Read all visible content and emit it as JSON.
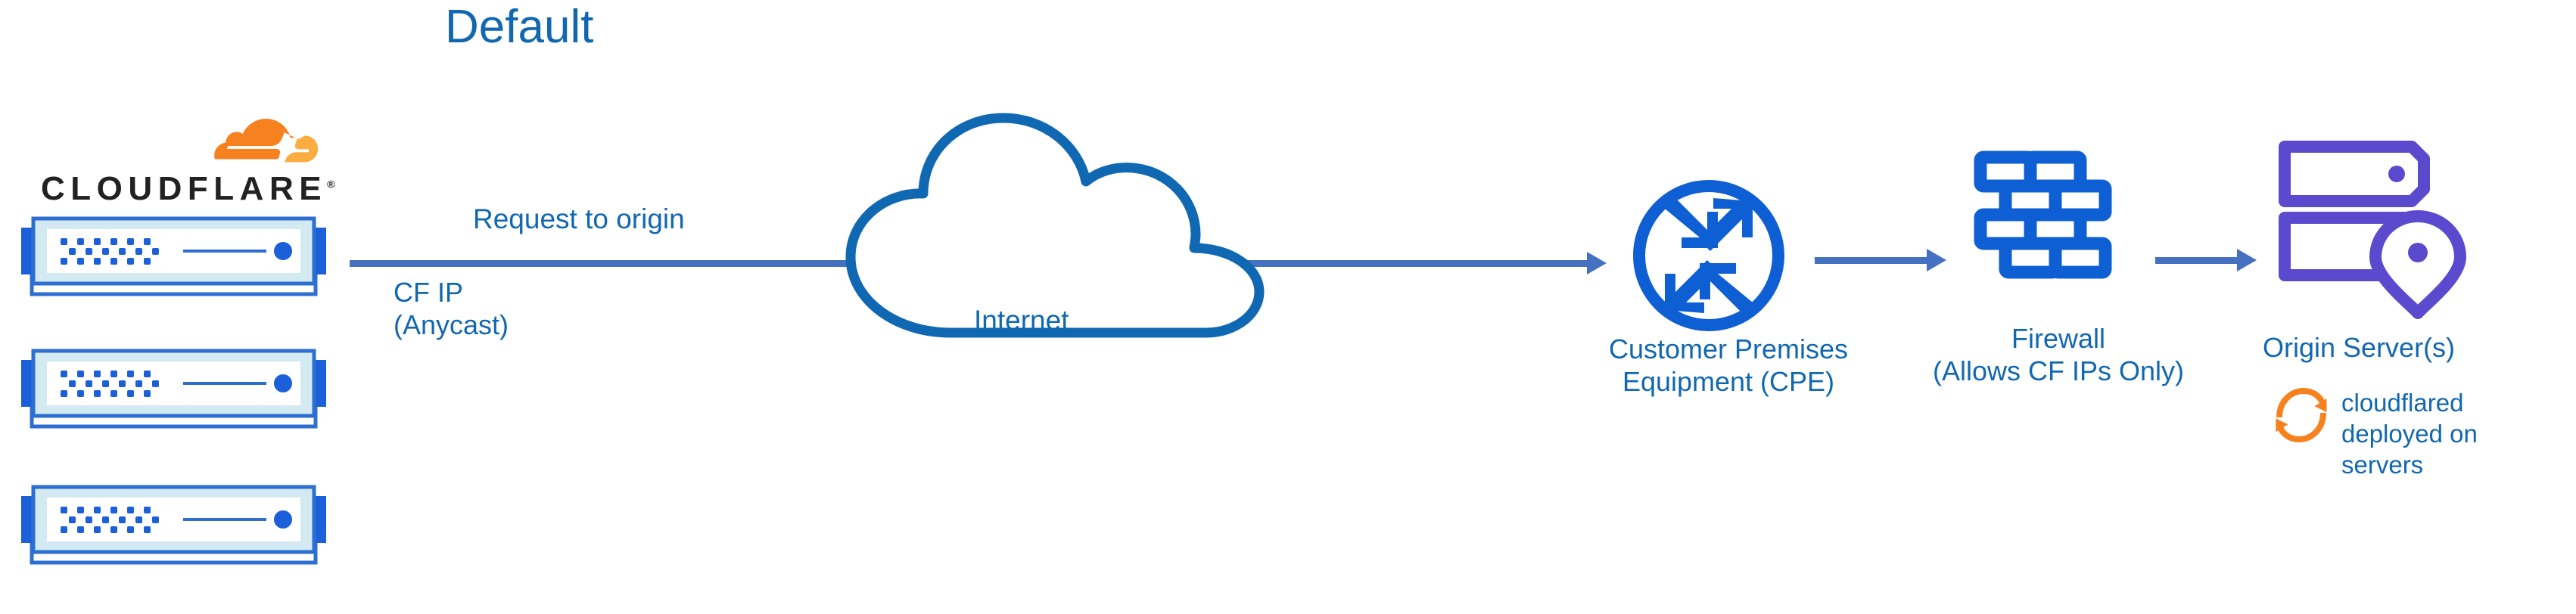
{
  "diagram": {
    "title": "Default",
    "brand": {
      "wordmark": "CLOUDFLARE",
      "registered_mark": "®",
      "logo_orange": "#F6821F",
      "logo_orange_light": "#FBAD41"
    },
    "colors": {
      "text_blue": "#1168b0",
      "icon_blue": "#0f5fd4",
      "arrow_blue": "#4571c0",
      "cloud_blue": "#1068b3",
      "origin_purple": "#5c4ace",
      "server_body": "#d3eaf3",
      "server_border": "#2c6fd1",
      "background": "#ffffff"
    },
    "labels": {
      "request_to_origin": "Request to origin",
      "cf_ip_line1": "CF IP",
      "cf_ip_line2": "(Anycast)",
      "internet": "Internet",
      "cpe_line1": "Customer Premises",
      "cpe_line2": "Equipment (CPE)",
      "firewall_line1": "Firewall",
      "firewall_line2": "(Allows CF IPs Only)",
      "origin_server": "Origin Server(s)",
      "cloudflared_line1": "cloudflared",
      "cloudflared_line2": "deployed on",
      "cloudflared_line3": "servers"
    },
    "nodes": [
      {
        "id": "cloudflare-edge",
        "icon": "cloudflare-logo-icon",
        "count": 3,
        "type": "server-appliance"
      },
      {
        "id": "internet",
        "icon": "cloud-icon"
      },
      {
        "id": "cpe",
        "icon": "router-icon"
      },
      {
        "id": "firewall",
        "icon": "brick-wall-icon"
      },
      {
        "id": "origin",
        "icon": "server-rack-pin-icon"
      }
    ],
    "connections": [
      {
        "from": "cloudflare-edge",
        "to": "cpe",
        "label": "Request to origin"
      },
      {
        "from": "cpe",
        "to": "firewall",
        "label": ""
      },
      {
        "from": "firewall",
        "to": "origin",
        "label": ""
      }
    ]
  }
}
